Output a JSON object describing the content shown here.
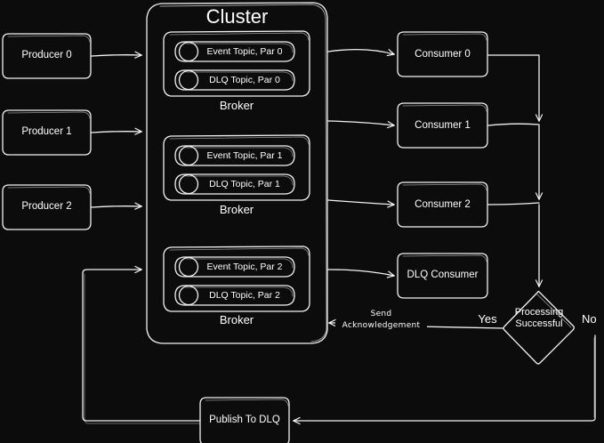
{
  "diagram": {
    "title": "Cluster",
    "background_color": "#0c0c0c",
    "stroke_color": "#ffffff",
    "style": "hand-drawn sketch"
  },
  "producers": [
    {
      "label": "Producer 0"
    },
    {
      "label": "Producer 1"
    },
    {
      "label": "Producer 2"
    }
  ],
  "cluster": {
    "title": "Cluster",
    "brokers": [
      {
        "label": "Broker",
        "topics": [
          {
            "label": "Event Topic, Par 0"
          },
          {
            "label": "DLQ Topic, Par 0"
          }
        ]
      },
      {
        "label": "Broker",
        "topics": [
          {
            "label": "Event Topic, Par 1"
          },
          {
            "label": "DLQ Topic, Par 1"
          }
        ]
      },
      {
        "label": "Broker",
        "topics": [
          {
            "label": "Event Topic, Par 2"
          },
          {
            "label": "DLQ Topic, Par 2"
          }
        ]
      }
    ]
  },
  "consumers": [
    {
      "label": "Consumer 0"
    },
    {
      "label": "Consumer 1"
    },
    {
      "label": "Consumer 2"
    },
    {
      "label": "DLQ Consumer"
    }
  ],
  "decision": {
    "label_line1": "Processing",
    "label_line2": "Successful",
    "yes_label": "Yes",
    "no_label": "No"
  },
  "actions": {
    "send_ack_line1": "Send",
    "send_ack_line2": "Acknowledgement",
    "publish_to_dlq": "Publish To DLQ"
  }
}
